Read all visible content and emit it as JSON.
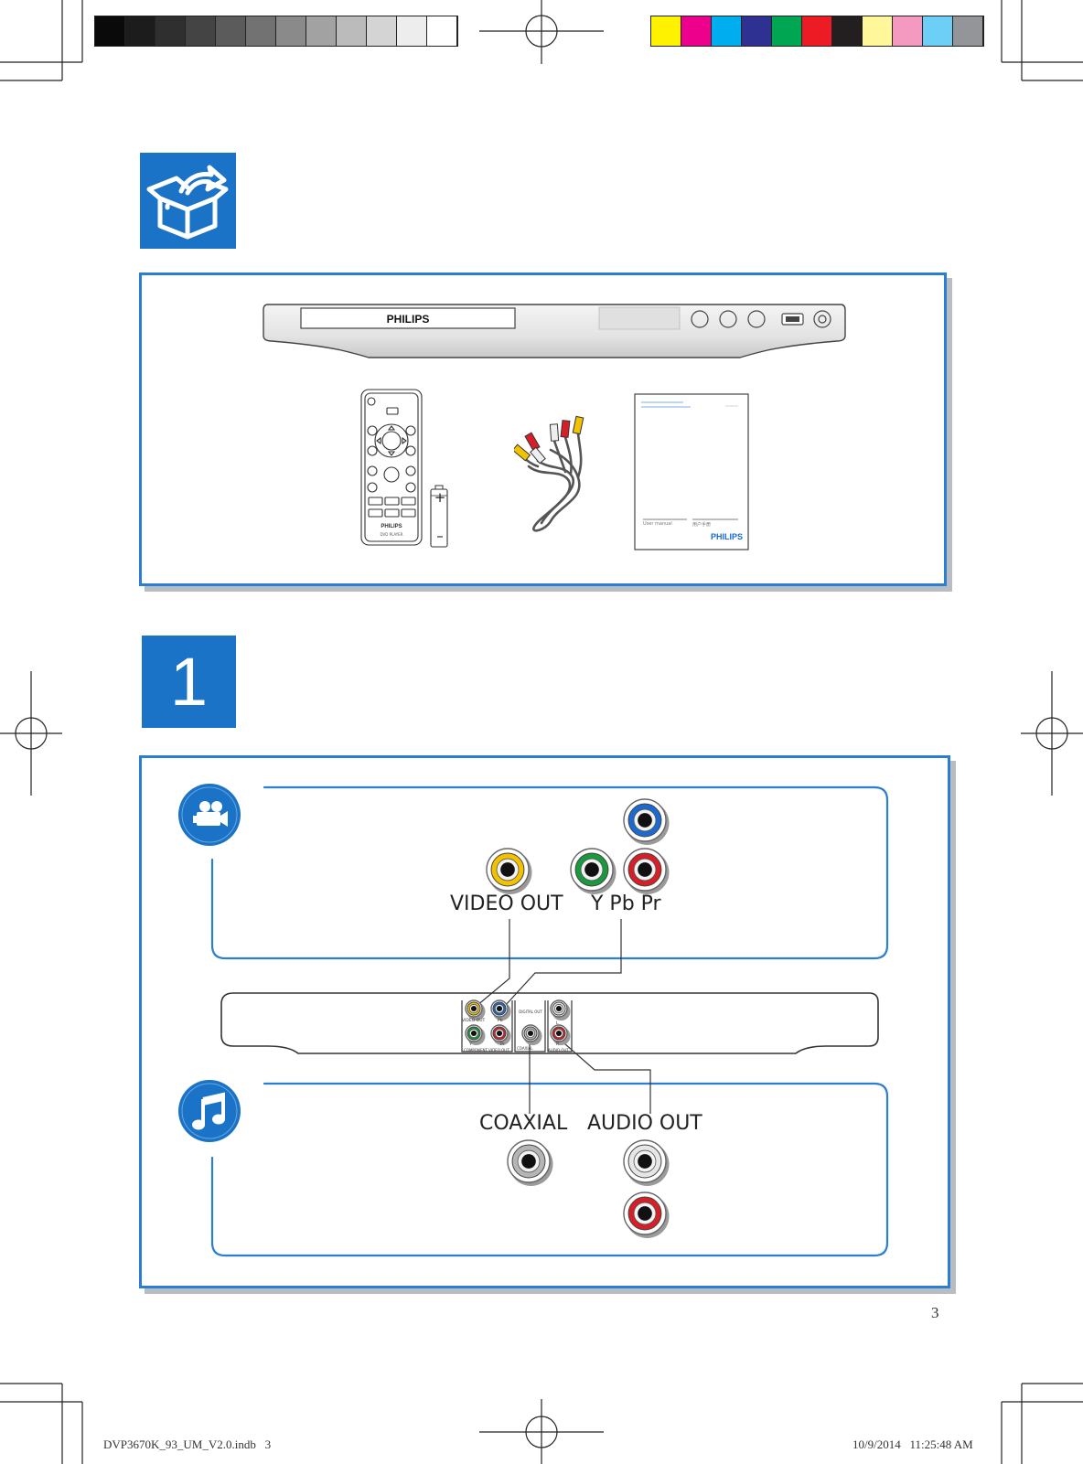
{
  "color_bars": {
    "greys": [
      "#0a0a0a",
      "#1c1c1c",
      "#2f2f2f",
      "#444444",
      "#5b5b5b",
      "#727272",
      "#8a8a8a",
      "#a2a2a2",
      "#bbbbbb",
      "#d4d4d4",
      "#ededed",
      "#ffffff"
    ],
    "colors": [
      "#fff200",
      "#ec008c",
      "#00aeef",
      "#2e3192",
      "#00a651",
      "#ed1c24",
      "#231f20",
      "#fff799",
      "#f49ac1",
      "#6dcff6",
      "#939598"
    ]
  },
  "section_number": "1",
  "player": {
    "brand": "PHILIPS"
  },
  "remote": {
    "brand": "PHILIPS",
    "model_text": "DVD PLAYER",
    "battery_plus": "+",
    "battery_minus": "–"
  },
  "manual": {
    "brand": "PHILIPS",
    "left_label": "User manual",
    "right_label": "用户手册"
  },
  "video_section": {
    "video_out_label": "VIDEO OUT",
    "component_label": "Y Pb Pr"
  },
  "rear_panel": {
    "video_out": "VIDEO OUT",
    "pb": "Pb",
    "y": "Y",
    "pr": "Pr",
    "component_video_out": "COMPONENT VIDEO OUT",
    "digital_out": "DIGITAL OUT",
    "coaxial": "COAXIAL",
    "l": "L",
    "r": "R",
    "audio_out": "AUDIO OUT"
  },
  "audio_section": {
    "coaxial_label": "COAXIAL",
    "audio_out_label": "AUDIO OUT"
  },
  "page_number": "3",
  "footer": {
    "file": "DVP3670K_93_UM_V2.0.indb   3",
    "timestamp": "10/9/2014   11:25:48 AM"
  },
  "colors": {
    "accent_blue": "#1a73c6",
    "frame_blue": "#2b7ed0",
    "jack_yellow": "#f2c200",
    "jack_green": "#1a9a3c",
    "jack_red": "#d61f26",
    "jack_blue": "#1a6ad1",
    "jack_white": "#e6e6e6"
  }
}
